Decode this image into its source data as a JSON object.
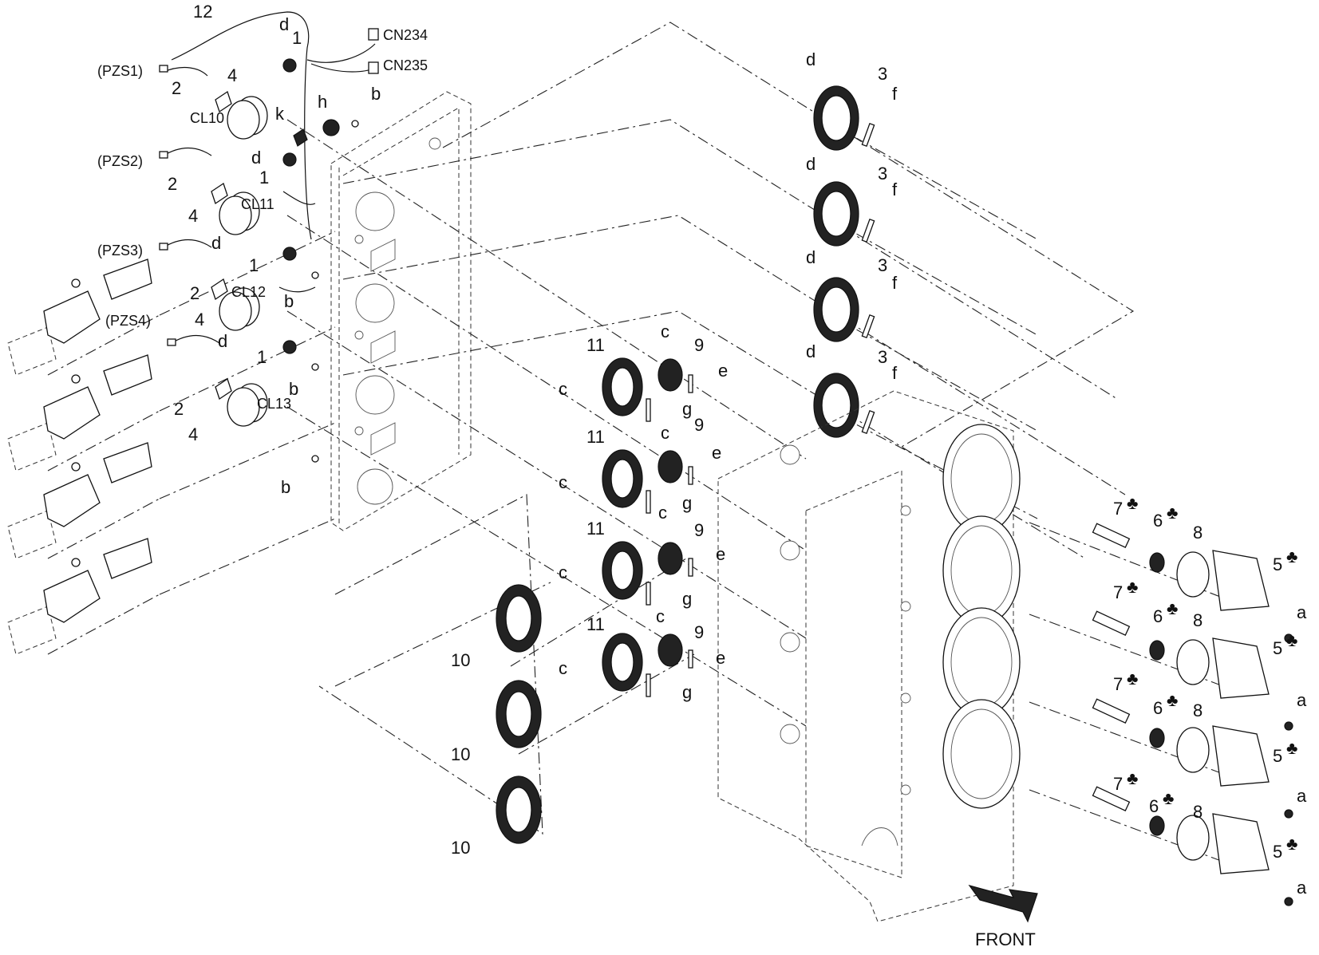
{
  "diagram": {
    "labels": {
      "n1": "1",
      "n2": "2",
      "n3": "3",
      "n4": "4",
      "n5": "5",
      "n6": "6",
      "n7": "7",
      "n8": "8",
      "n9": "9",
      "n10": "10",
      "n11": "11",
      "n12": "12",
      "a": "a",
      "b": "b",
      "c": "c",
      "d": "d",
      "e": "e",
      "f": "f",
      "g": "g",
      "h": "h",
      "k": "k",
      "club": "♣"
    },
    "connectors": [
      "CN234",
      "CN235"
    ],
    "sensors": [
      "(PZS1)",
      "(PZS2)",
      "(PZS3)",
      "(PZS4)"
    ],
    "clutches": [
      "CL10",
      "CL11",
      "CL12",
      "CL13"
    ],
    "direction": "FRONT"
  }
}
